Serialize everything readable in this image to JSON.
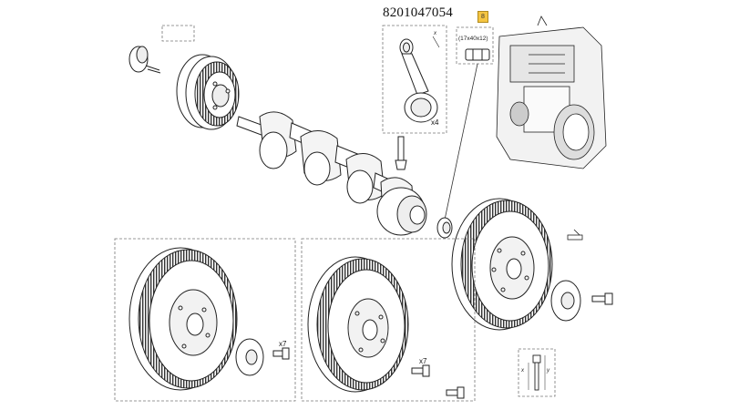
{
  "diagram": {
    "part_number": "8201047054",
    "callout_badge": "8",
    "bearing_size": "(17x40x12)",
    "quantities": {
      "conrod": "x4",
      "bolts_left": "x7",
      "bolts_mid": "x7"
    },
    "dim_labels": {
      "conrod_x": "x",
      "bolt_x": "x",
      "bolt_y": "y"
    }
  }
}
